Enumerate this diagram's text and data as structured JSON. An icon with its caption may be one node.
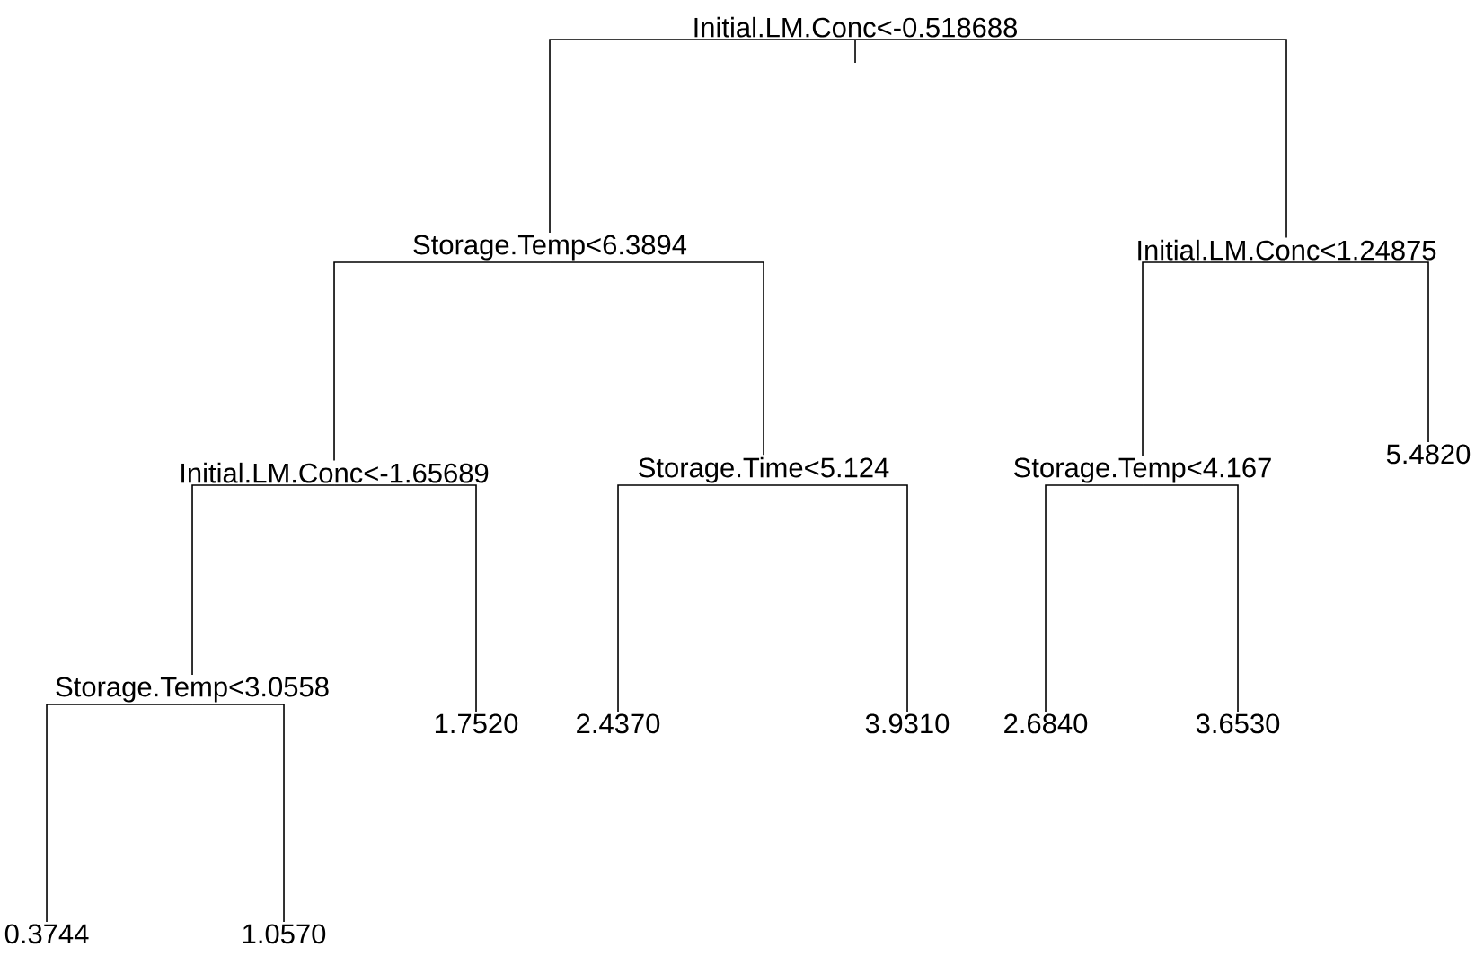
{
  "diagram": {
    "nodes": [
      {
        "text": [
          "Initial.LM.Conc<-0.518688"
        ]
      },
      {
        "text": [
          "Storage.Temp<6.3894"
        ]
      },
      {
        "text": [
          "Initial.LM.Conc<1.24875"
        ]
      },
      {
        "text": [
          "Initial.LM.Conc<-1.65689"
        ]
      },
      {
        "text": [
          "Storage.Time<5.124"
        ]
      },
      {
        "text": [
          "Storage.Temp<4.167"
        ]
      },
      {
        "text": [
          "5.4820"
        ]
      },
      {
        "text": [
          "Storage.Temp<3.0558"
        ]
      },
      {
        "text": [
          "1.7520"
        ]
      },
      {
        "text": [
          "2.4370"
        ]
      },
      {
        "text": [
          "3.9310"
        ]
      },
      {
        "text": [
          "2.6840"
        ]
      },
      {
        "text": [
          "3.6530"
        ]
      },
      {
        "text": [
          "0.3744"
        ]
      },
      {
        "text": [
          "1.0570"
        ]
      }
    ],
    "edges": [
      {
        "from": 0,
        "to": 1,
        "arrow": "none"
      },
      {
        "from": 0,
        "to": 2,
        "arrow": "none"
      },
      {
        "from": 1,
        "to": 3,
        "arrow": "none"
      },
      {
        "from": 1,
        "to": 4,
        "arrow": "none"
      },
      {
        "from": 2,
        "to": 5,
        "arrow": "none"
      },
      {
        "from": 2,
        "to": 6,
        "arrow": "none"
      },
      {
        "from": 3,
        "to": 7,
        "arrow": "none"
      },
      {
        "from": 3,
        "to": 8,
        "arrow": "none"
      },
      {
        "from": 4,
        "to": 9,
        "arrow": "none"
      },
      {
        "from": 4,
        "to": 10,
        "arrow": "none"
      },
      {
        "from": 5,
        "to": 11,
        "arrow": "none"
      },
      {
        "from": 5,
        "to": 12,
        "arrow": "none"
      },
      {
        "from": 7,
        "to": 13,
        "arrow": "none"
      },
      {
        "from": 7,
        "to": 14,
        "arrow": "none"
      }
    ]
  }
}
